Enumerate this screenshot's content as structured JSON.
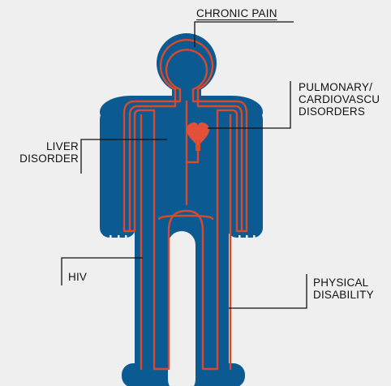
{
  "labels": {
    "chronic_pain": "CHRONIC PAIN",
    "pulmonary_line1": "PULMONARY/",
    "pulmonary_line2": "CARDIOVASCU",
    "pulmonary_line3": "DISORDERS",
    "liver_line1": "LIVER",
    "liver_line2": "DISORDER",
    "hiv": "HIV",
    "physical_line1": "PHYSICAL",
    "physical_line2": "DISABILITY"
  },
  "colors": {
    "background": "#efefef",
    "body": "#0b5a91",
    "vessels": "#d9492b",
    "heart": "#e2503a",
    "leader_lines": "#111111"
  }
}
